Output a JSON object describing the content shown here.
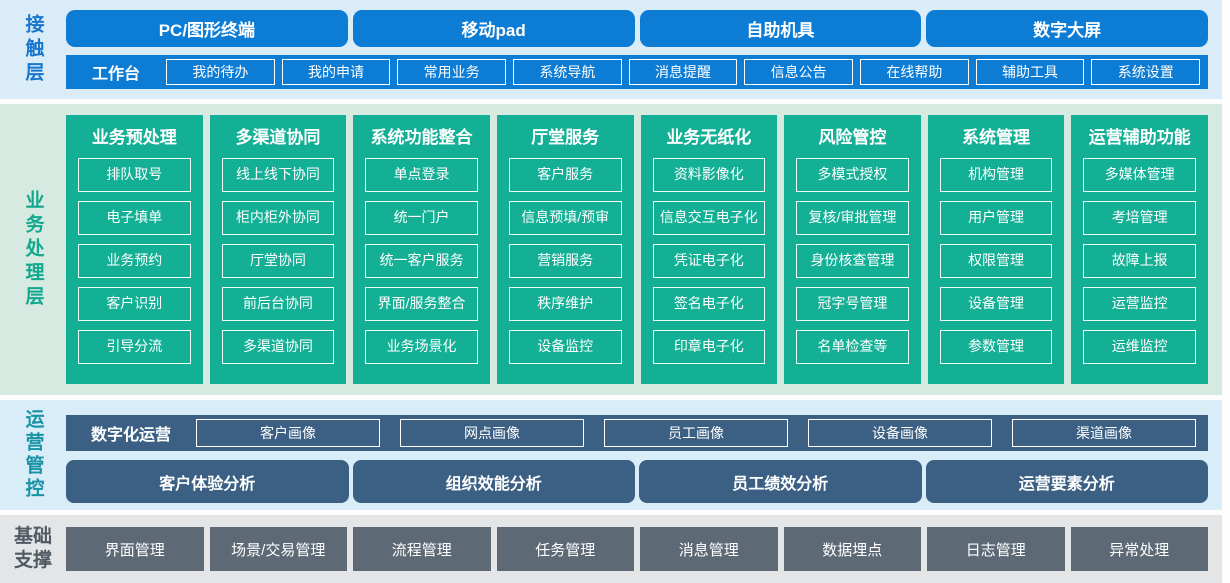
{
  "colors": {
    "blue": "#0c7cd5",
    "blue_bg": "#d9ecf8",
    "green": "#13b096",
    "green_bg": "#d7eae1",
    "slate": "#3b6084",
    "slate_bg": "#d8edf7",
    "gray": "#5d6a75",
    "gray_bg": "#e4e5e7",
    "contact_label": "#1877cd",
    "business_label": "#10a98d",
    "operations_label": "#1793a5",
    "foundation_label": "#4f5a63"
  },
  "contact": {
    "label": "接触层",
    "terminals": [
      "PC/图形终端",
      "移动pad",
      "自助机具",
      "数字大屏"
    ],
    "workbench_label": "工作台",
    "workbench_items": [
      "我的待办",
      "我的申请",
      "常用业务",
      "系统导航",
      "消息提醒",
      "信息公告",
      "在线帮助",
      "辅助工具",
      "系统设置"
    ]
  },
  "business": {
    "label": "业务处理层",
    "columns": [
      {
        "title": "业务预处理",
        "items": [
          "排队取号",
          "电子填单",
          "业务预约",
          "客户识别",
          "引导分流"
        ]
      },
      {
        "title": "多渠道协同",
        "items": [
          "线上线下协同",
          "柜内柜外协同",
          "厅堂协同",
          "前后台协同",
          "多渠道协同"
        ]
      },
      {
        "title": "系统功能整合",
        "items": [
          "单点登录",
          "统一门户",
          "统一客户服务",
          "界面/服务整合",
          "业务场景化"
        ]
      },
      {
        "title": "厅堂服务",
        "items": [
          "客户服务",
          "信息预填/预审",
          "营销服务",
          "秩序维护",
          "设备监控"
        ]
      },
      {
        "title": "业务无纸化",
        "items": [
          "资料影像化",
          "信息交互电子化",
          "凭证电子化",
          "签名电子化",
          "印章电子化"
        ]
      },
      {
        "title": "风险管控",
        "items": [
          "多模式授权",
          "复核/审批管理",
          "身份核查管理",
          "冠字号管理",
          "名单检查等"
        ]
      },
      {
        "title": "系统管理",
        "items": [
          "机构管理",
          "用户管理",
          "权限管理",
          "设备管理",
          "参数管理"
        ]
      },
      {
        "title": "运营辅助功能",
        "items": [
          "多媒体管理",
          "考培管理",
          "故障上报",
          "运营监控",
          "运维监控"
        ]
      }
    ]
  },
  "operations": {
    "label": "运营管控",
    "digital_label": "数字化运营",
    "portraits": [
      "客户画像",
      "网点画像",
      "员工画像",
      "设备画像",
      "渠道画像"
    ],
    "analysis": [
      "客户体验分析",
      "组织效能分析",
      "员工绩效分析",
      "运营要素分析"
    ]
  },
  "foundation": {
    "label": "基础支撑",
    "items": [
      "界面管理",
      "场景/交易管理",
      "流程管理",
      "任务管理",
      "消息管理",
      "数据埋点",
      "日志管理",
      "异常处理"
    ]
  }
}
